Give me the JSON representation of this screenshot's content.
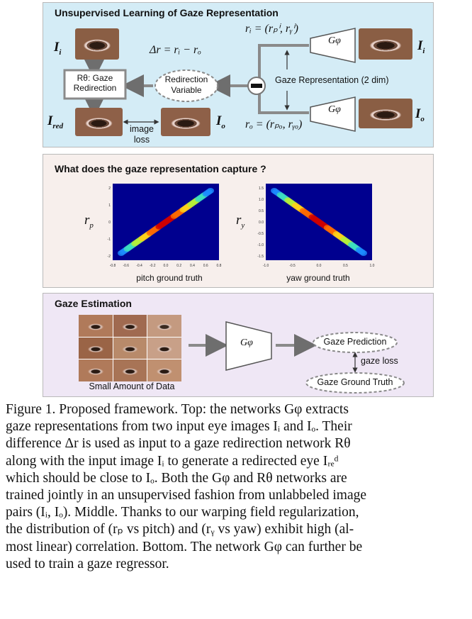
{
  "panel_top": {
    "title": "Unsupervised Learning of Gaze Representation",
    "label_Ii_left": "I",
    "label_Ii_left_sub": "i",
    "label_Ii_right": "I",
    "label_Ii_right_sub": "i",
    "label_Ired": "I",
    "label_Ired_sub": "red",
    "label_Io_mid": "I",
    "label_Io_mid_sub": "o",
    "label_Io_right": "I",
    "label_Io_right_sub": "o",
    "delta_r_eq": "Δr = rᵢ − rₒ",
    "ri_eq": "rᵢ = (rₚⁱ, rᵧⁱ)",
    "ro_eq": "rₒ = (rₚₒ, rᵧₒ)",
    "redirection_box": [
      "Rθ: Gaze",
      "Redirection"
    ],
    "redirection_variable": [
      "Redirection",
      "Variable"
    ],
    "gaze_representation": "Gaze Representation (2 dim)",
    "image_loss": [
      "image",
      "loss"
    ],
    "g_phi": "Gφ"
  },
  "panel_middle": {
    "title": "What does the gaze representation capture ?",
    "ylabel_left": "r",
    "ylabel_left_sub": "p",
    "ylabel_right": "r",
    "ylabel_right_sub": "y",
    "xlabel_left": "pitch ground truth",
    "xlabel_right": "yaw ground truth",
    "left_xticks": [
      "-0.8",
      "-0.6",
      "-0.4",
      "-0.2",
      "0.0",
      "0.2",
      "0.4",
      "0.6",
      "0.8"
    ],
    "left_yticks": [
      "2",
      "1",
      "0",
      "-1",
      "-2"
    ],
    "right_xticks": [
      "-1.0",
      "-0.5",
      "0.0",
      "0.5",
      "1.0"
    ],
    "right_yticks": [
      "1.5",
      "1.0",
      "0.5",
      "0.0",
      "-0.5",
      "-1.0",
      "-1.5"
    ]
  },
  "panel_bottom": {
    "title": "Gaze Estimation",
    "small_data": "Small Amount of Data",
    "g_phi": "Gφ",
    "gaze_prediction": "Gaze Prediction",
    "gaze_loss": "gaze loss",
    "gaze_ground_truth": "Gaze Ground Truth"
  },
  "caption": {
    "lines": [
      "Figure 1. Proposed framework.   Top: the networks Gφ extracts",
      "gaze representations from two input eye images Iᵢ and Iₒ. Their",
      "difference Δr is used as input to a gaze redirection network Rθ",
      "along with the input image Iᵢ to generate a redirected eye Iᵣₑᵈ",
      "which should be close to Iₒ. Both the Gφ and Rθ networks are",
      "trained jointly in an unsupervised fashion from unlabbeled image",
      "pairs (Iᵢ, Iₒ). Middle. Thanks to our warping field regularization,",
      "the distribution of (rₚ vs pitch) and (rᵧ vs yaw) exhibit high (al-",
      "most linear) correlation. Bottom. The network Gφ can further be",
      "used to train a gaze regressor."
    ]
  },
  "colors": {
    "top_bg": "#d4ecf6",
    "middle_bg": "#f7efec",
    "bottom_bg": "#efe7f5",
    "heatmap_bg": "#00008f",
    "arrow_gray": "#8a8a8a"
  }
}
